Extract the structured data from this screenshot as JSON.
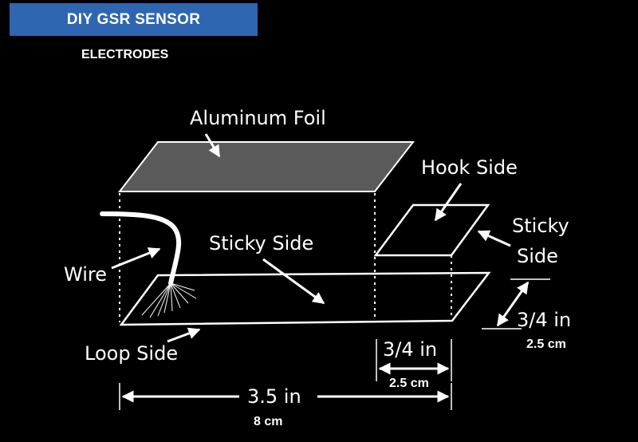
{
  "header": {
    "title": "DIY GSR SENSOR",
    "subtitle": "ELECTRODES"
  },
  "labels": {
    "aluminum_foil": "Aluminum Foil",
    "hook_side": "Hook Side",
    "sticky_side_right_line1": "Sticky",
    "sticky_side_right_line2": "Side",
    "wire": "Wire",
    "sticky_side": "Sticky Side",
    "loop_side": "Loop Side"
  },
  "dimensions": {
    "width_right": "3/4 in",
    "width_right_metric": "2.5 cm",
    "width_bottom": "3/4 in",
    "width_bottom_metric": "2.5 cm",
    "length": "3.5 in",
    "length_metric": "8 cm"
  },
  "colors": {
    "title_bar": "#2f66b1",
    "foil": "#5a5a5a",
    "background": "#000000",
    "lines": "#ffffff"
  }
}
